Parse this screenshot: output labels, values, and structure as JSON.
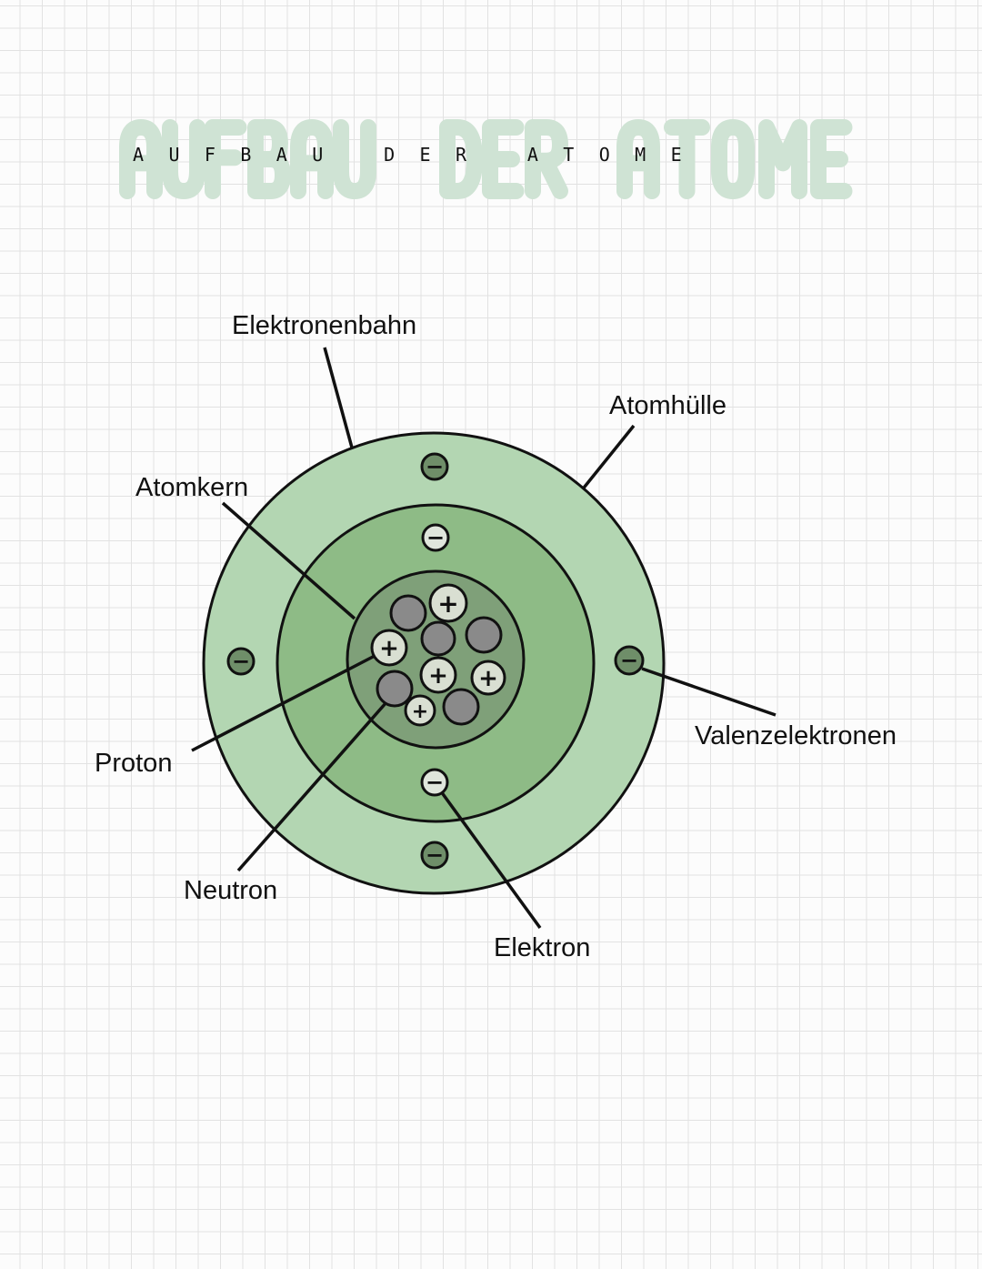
{
  "title": {
    "text": "AUFBAU DER ATOME"
  },
  "labels": {
    "elektronenbahn": "Elektronenbahn",
    "atomhuelle": "Atomhülle",
    "atomkern": "Atomkern",
    "proton": "Proton",
    "neutron": "Neutron",
    "elektron": "Elektron",
    "valenzelektronen": "Valenzelektronen"
  },
  "symbols": {
    "plus": "+",
    "minus": "−"
  },
  "colors": {
    "outer_shell": "#b3d6b2",
    "inner_shell": "#8ebb86",
    "nucleus": "#7fa079",
    "neutron": "#8a8a8a",
    "proton": "#d9dfd2",
    "outer_electron": "#6f8e69",
    "inner_electron": "#e0e6dc"
  }
}
